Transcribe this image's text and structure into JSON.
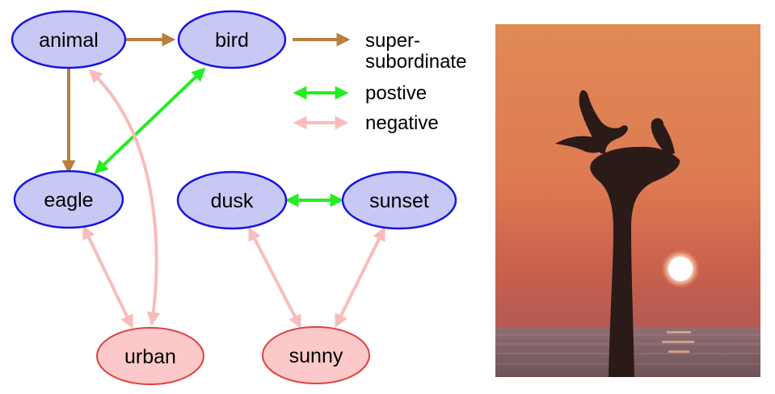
{
  "colors": {
    "concept_fill": "#c8c8f5",
    "concept_stroke": "#1515e0",
    "attribute_fill": "#fbc9c9",
    "attribute_stroke": "#e04040",
    "super_subordinate": "#b97f3e",
    "positive": "#22ee22",
    "negative": "#f9bcbc"
  },
  "nodes": {
    "animal": "animal",
    "bird": "bird",
    "eagle": "eagle",
    "dusk": "dusk",
    "sunset": "sunset",
    "urban": "urban",
    "sunny": "sunny"
  },
  "legend": {
    "super_line1": "super-",
    "super_line2": "subordinate",
    "positive": "postive",
    "negative": "negative"
  }
}
